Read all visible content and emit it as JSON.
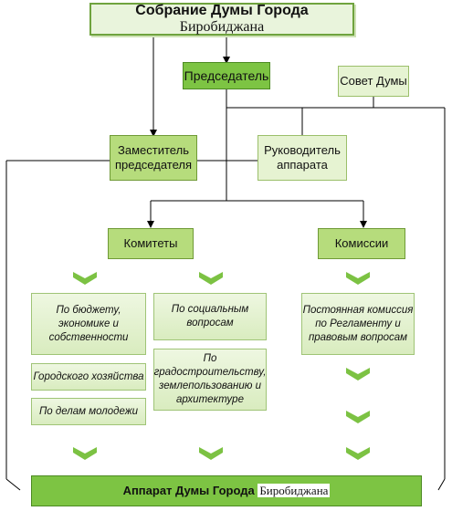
{
  "top": {
    "title": "Собрание Думы Города",
    "city": "Биробиджана"
  },
  "nodes": {
    "chairman": "Председатель",
    "council": "Совет Думы",
    "deputy": "Заместитель председателя",
    "head": "Руководитель аппарата",
    "committees": "Комитеты",
    "commissions": "Комиссии"
  },
  "committees": {
    "budget": "По бюджету, экономике и собственности",
    "social": "По социальным вопросам",
    "urban": "Городского хозяйства",
    "construction": "По градостроительству, землепользованию и архитектуре",
    "youth": "По делам молодежи"
  },
  "commissions": {
    "regulations": "Постоянная комиссия по Регламенту и правовым вопросам"
  },
  "bottom": {
    "title": "Аппарат Думы Города",
    "city": "Биробиджана"
  },
  "colors": {
    "light": "#e6f3d2",
    "mid": "#b6dc7c",
    "dark": "#7dc443",
    "chevron": "#7cc243"
  }
}
